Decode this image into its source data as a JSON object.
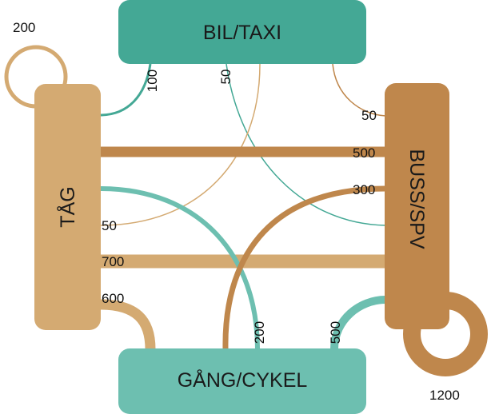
{
  "nodes": {
    "bil_taxi": {
      "label": "BIL/TAXI",
      "color": "#44a895"
    },
    "tag": {
      "label": "TÅG",
      "color": "#d4aa72"
    },
    "buss_spv": {
      "label": "BUSS/SPV",
      "color": "#bf874c"
    },
    "gang_cykel": {
      "label": "GÅNG/CYKEL",
      "color": "#6dbfb0"
    }
  },
  "flows": {
    "tag_self": "200",
    "tag_to_bil": "100",
    "bil_to_gang": "50",
    "bil_to_buss": "50",
    "tag_to_buss": "500",
    "buss_to_gang": "300",
    "tag_to_bil_thin": "50",
    "tag_to_buss_wide": "700",
    "tag_to_gang": "600",
    "gang_from_tag": "200",
    "gang_to_buss": "500",
    "buss_self": "1200"
  },
  "colors": {
    "teal": "#44a895",
    "teal_light": "#6dbfb0",
    "sand": "#d4aa72",
    "brown": "#bf874c"
  }
}
